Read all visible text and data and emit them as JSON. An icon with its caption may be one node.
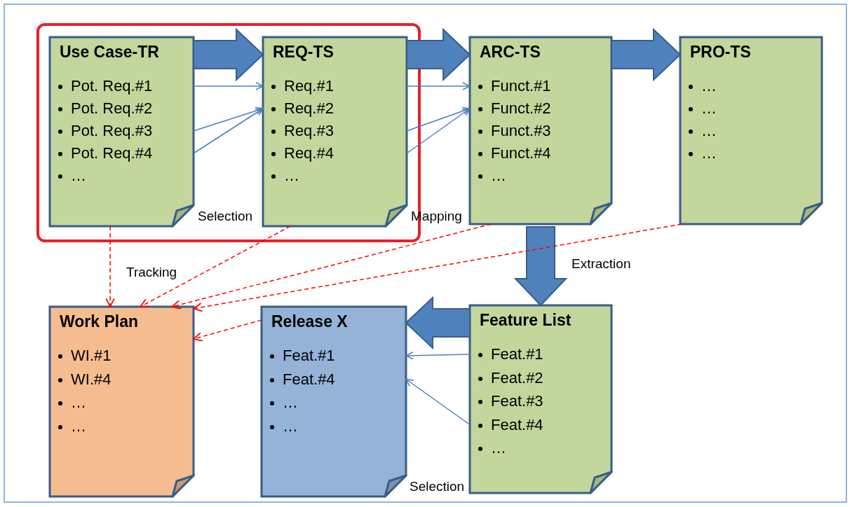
{
  "diagram": {
    "nodes": [
      {
        "text": [],
        "shape": "box"
      },
      {
        "text": [
          "Use Case-TR"
        ],
        "in": 0
      },
      {
        "text": [
          "Pot. Req.#1"
        ],
        "in": 1
      },
      {
        "text": [
          "Pot. Req.#2"
        ],
        "in": 1
      },
      {
        "text": [
          "Pot. Req.#3"
        ],
        "in": 1
      },
      {
        "text": [
          "Pot. Req.#4"
        ],
        "in": 1
      },
      {
        "text": [
          "…"
        ],
        "in": 1
      },
      {
        "text": [
          "REQ-TS"
        ],
        "in": 0
      },
      {
        "text": [
          "Req.#1"
        ],
        "in": 7
      },
      {
        "text": [
          "Req.#2"
        ],
        "in": 7
      },
      {
        "text": [
          "Req.#3"
        ],
        "in": 7
      },
      {
        "text": [
          "Req.#4"
        ],
        "in": 7
      },
      {
        "text": [
          "…"
        ],
        "in": 7
      },
      {
        "text": [
          "ARC-TS"
        ]
      },
      {
        "text": [
          "Funct.#1"
        ],
        "in": 13
      },
      {
        "text": [
          "Funct.#2"
        ],
        "in": 13
      },
      {
        "text": [
          "Funct.#3"
        ],
        "in": 13
      },
      {
        "text": [
          "Funct.#4"
        ],
        "in": 13
      },
      {
        "text": [
          "…"
        ],
        "in": 13
      },
      {
        "text": [
          "PRO-TS"
        ]
      },
      {
        "text": [
          "…"
        ],
        "in": 19
      },
      {
        "text": [
          "…"
        ],
        "in": 19
      },
      {
        "text": [
          "…"
        ],
        "in": 19
      },
      {
        "text": [
          "…"
        ],
        "in": 19
      },
      {
        "text": [
          "Work Plan"
        ]
      },
      {
        "text": [
          "WI.#1"
        ],
        "in": 24
      },
      {
        "text": [
          "WI.#4"
        ],
        "in": 24
      },
      {
        "text": [
          "…"
        ],
        "in": 24
      },
      {
        "text": [
          "…"
        ],
        "in": 24
      },
      {
        "text": [
          "Release X"
        ]
      },
      {
        "text": [
          "Feat.#1"
        ],
        "in": 29
      },
      {
        "text": [
          "Feat.#4"
        ],
        "in": 29
      },
      {
        "text": [
          "…"
        ],
        "in": 29
      },
      {
        "text": [
          "…"
        ],
        "in": 29
      },
      {
        "text": [
          "Feature List"
        ]
      },
      {
        "text": [
          "Feat.#1"
        ],
        "in": 34
      },
      {
        "text": [
          "Feat.#2"
        ],
        "in": 34
      },
      {
        "text": [
          "Feat.#3"
        ],
        "in": 34
      },
      {
        "text": [
          "Feat.#4"
        ],
        "in": 34
      },
      {
        "text": [
          "…"
        ],
        "in": 34
      }
    ],
    "edges": [
      {
        "from": 1,
        "to": 7,
        "arrow": "to",
        "style": "thick"
      },
      {
        "from": 7,
        "to": 13,
        "arrow": "to",
        "style": "thick"
      },
      {
        "from": 13,
        "to": 19,
        "arrow": "to",
        "style": "thick"
      },
      {
        "from": 13,
        "to": 34,
        "arrow": "to",
        "style": "thick"
      },
      {
        "from": 34,
        "to": 29,
        "arrow": "to",
        "style": "thick"
      },
      {
        "from": 2,
        "to": 8,
        "arrow": "to"
      },
      {
        "from": 4,
        "to": 9,
        "arrow": "to"
      },
      {
        "from": 5,
        "to": 9,
        "arrow": "to"
      },
      {
        "from": 8,
        "to": 14,
        "arrow": "to"
      },
      {
        "from": 10,
        "to": 15,
        "arrow": "to"
      },
      {
        "from": 11,
        "to": 15,
        "arrow": "to"
      },
      {
        "from": 35,
        "to": 30,
        "arrow": "to"
      },
      {
        "from": 38,
        "to": 31,
        "arrow": "to"
      },
      {
        "from": 1,
        "to": 24,
        "arrow": "to",
        "style": "dashed",
        "color": "#ff0000"
      },
      {
        "from": 7,
        "to": 24,
        "arrow": "to",
        "style": "dashed",
        "color": "#ff0000"
      },
      {
        "from": 13,
        "to": 24,
        "arrow": "to",
        "style": "dashed",
        "color": "#ff0000"
      },
      {
        "from": 19,
        "to": 24,
        "arrow": "to",
        "style": "dashed",
        "color": "#ff0000"
      },
      {
        "from": 29,
        "to": 24,
        "arrow": "to",
        "style": "dashed",
        "color": "#ff0000"
      }
    ],
    "labels": [
      "Selection",
      "Mapping",
      "Tracking",
      "Extraction",
      "Selection"
    ]
  }
}
